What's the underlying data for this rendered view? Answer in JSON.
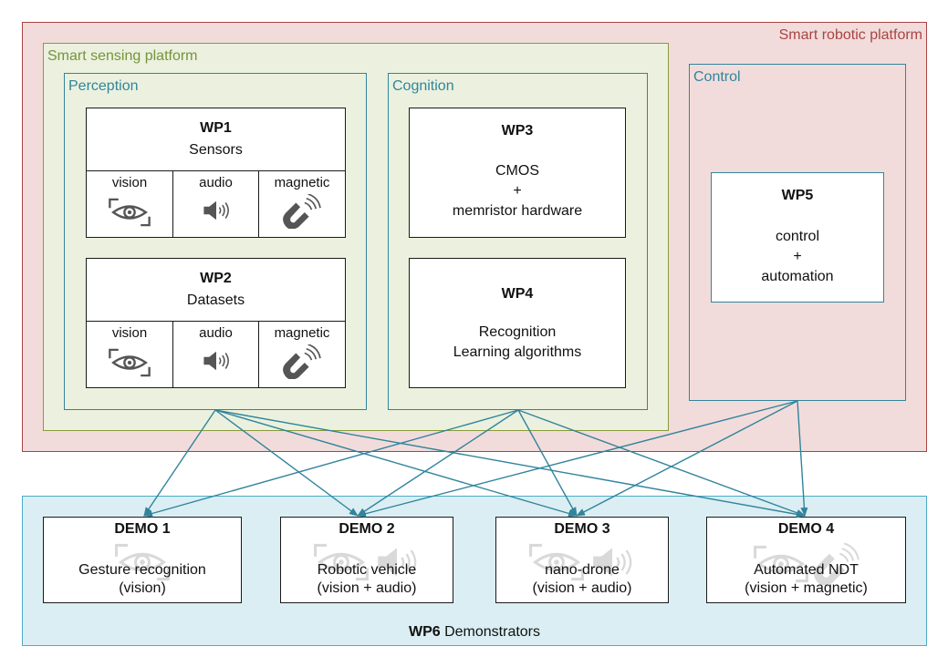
{
  "colors": {
    "robotic_fill": "#f2dcdb",
    "robotic_border": "#a94442",
    "robotic_text": "#a94442",
    "sensing_fill": "#ebf1de",
    "sensing_border": "#8a9a3b",
    "sensing_text": "#77933c",
    "inner_border": "#31859c",
    "inner_text": "#31859c",
    "demo_fill": "#dbeef3",
    "demo_border": "#4bacc6",
    "arrow": "#31849b"
  },
  "regions": {
    "smart_robotic_platform": "Smart robotic platform",
    "smart_sensing_platform": "Smart sensing platform",
    "perception": "Perception",
    "cognition": "Cognition",
    "control": "Control"
  },
  "wp1": {
    "title": "WP1",
    "subtitle": "Sensors",
    "cells": [
      {
        "label": "vision",
        "icon": "eye-icon"
      },
      {
        "label": "audio",
        "icon": "speaker-icon"
      },
      {
        "label": "magnetic",
        "icon": "magnet-icon"
      }
    ]
  },
  "wp2": {
    "title": "WP2",
    "subtitle": "Datasets",
    "cells": [
      {
        "label": "vision",
        "icon": "eye-icon"
      },
      {
        "label": "audio",
        "icon": "speaker-icon"
      },
      {
        "label": "magnetic",
        "icon": "magnet-icon"
      }
    ]
  },
  "wp3": {
    "title": "WP3",
    "line1": "CMOS",
    "line2": "+",
    "line3": "memristor hardware"
  },
  "wp4": {
    "title": "WP4",
    "line1": "Recognition",
    "line2": "Learning algorithms"
  },
  "wp5": {
    "title": "WP5",
    "line1": "control",
    "line2": "+",
    "line3": "automation"
  },
  "demonstrators": {
    "label_bold": "WP6",
    "label_rest": " Demonstrators",
    "demos": [
      {
        "title": "DEMO 1",
        "line1": "Gesture recognition",
        "line2": "(vision)",
        "icons": [
          "eye-icon"
        ]
      },
      {
        "title": "DEMO 2",
        "line1": "Robotic vehicle",
        "line2": "(vision + audio)",
        "icons": [
          "eye-icon",
          "speaker-icon"
        ]
      },
      {
        "title": "DEMO 3",
        "line1": "nano-drone",
        "line2": "(vision + audio)",
        "icons": [
          "eye-icon",
          "speaker-icon"
        ]
      },
      {
        "title": "DEMO 4",
        "line1": "Automated NDT",
        "line2": "(vision + magnetic)",
        "icons": [
          "eye-icon",
          "magnet-icon"
        ]
      }
    ]
  },
  "connections": [
    {
      "from": "perception",
      "to": "DEMO 1"
    },
    {
      "from": "perception",
      "to": "DEMO 2"
    },
    {
      "from": "perception",
      "to": "DEMO 3"
    },
    {
      "from": "perception",
      "to": "DEMO 4"
    },
    {
      "from": "cognition",
      "to": "DEMO 1"
    },
    {
      "from": "cognition",
      "to": "DEMO 2"
    },
    {
      "from": "cognition",
      "to": "DEMO 3"
    },
    {
      "from": "cognition",
      "to": "DEMO 4"
    },
    {
      "from": "control",
      "to": "DEMO 2"
    },
    {
      "from": "control",
      "to": "DEMO 3"
    },
    {
      "from": "control",
      "to": "DEMO 4"
    }
  ]
}
